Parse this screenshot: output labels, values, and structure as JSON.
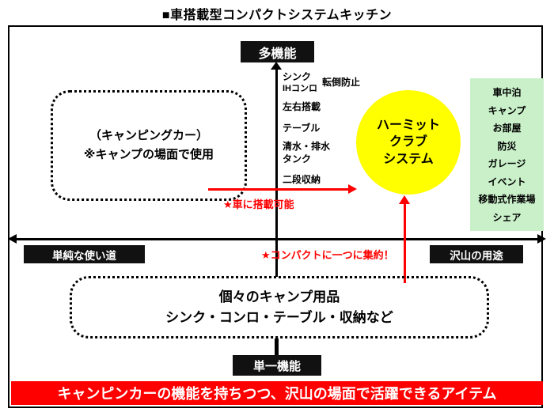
{
  "title": "■車搭載型コンパクトシステムキッチン",
  "axis": {
    "top_label": "多機能",
    "bottom_label": "単一機能",
    "left_label": "単純な使い道",
    "right_label": "沢山の用途"
  },
  "camper_box": {
    "line1": "（キャンピングカー）",
    "line2": "※キャンプの場面で使用"
  },
  "features": [
    "シンク",
    "IHコンロ",
    "転倒防止",
    "左右搭載",
    "テーブル",
    "清水・排水",
    "タンク",
    "二段収納"
  ],
  "red_labels": {
    "car_mountable": "★車に搭載可能",
    "consolidate": "★コンパクトに一つに集約！"
  },
  "circle": {
    "line1": "ハーミット",
    "line2": "クラブ",
    "line3": "システム"
  },
  "green_box": {
    "items": [
      "車中泊",
      "キャンプ",
      "お部屋",
      "防災",
      "ガレージ",
      "イベント",
      "移動式作業場",
      "シェア"
    ]
  },
  "bottom_box": {
    "line1": "個々のキャンプ用品",
    "line2": "シンク・コンロ・テーブル・収納など"
  },
  "banner": "キャンピンカーの機能を持ちつつ、沢山の場面で活躍できるアイテム",
  "colors": {
    "accent_red": "#ff0000",
    "circle_yellow": "#ffff00",
    "green_bg": "#c9f0c9",
    "label_black": "#111111"
  }
}
